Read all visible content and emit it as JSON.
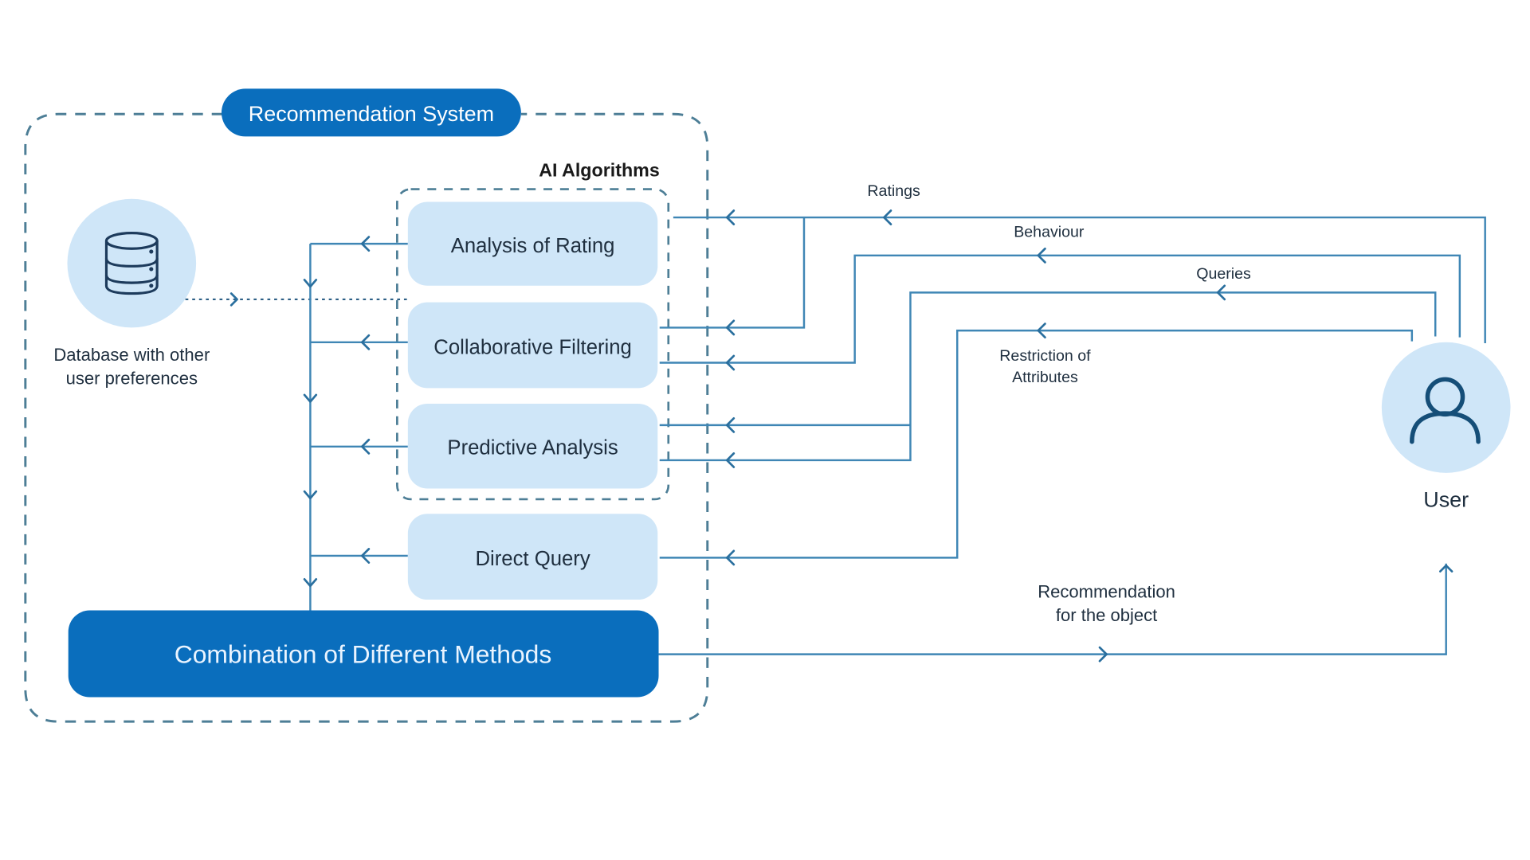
{
  "title": "Recommendation System",
  "ai_group_label": "AI Algorithms",
  "database": {
    "icon": "database-icon",
    "label_line1": "Database with other",
    "label_line2": "user preferences"
  },
  "methods": [
    {
      "id": "analysis-of-rating",
      "label": "Analysis of Rating"
    },
    {
      "id": "collaborative-filtering",
      "label": "Collaborative Filtering"
    },
    {
      "id": "predictive-analysis",
      "label": "Predictive Analysis"
    },
    {
      "id": "direct-query",
      "label": "Direct Query"
    }
  ],
  "combination": {
    "label": "Combination of Different Methods"
  },
  "user": {
    "icon": "user-icon",
    "label": "User"
  },
  "flows": {
    "ratings": "Ratings",
    "behaviour": "Behaviour",
    "queries": "Queries",
    "restriction_line1": "Restriction of",
    "restriction_line2": "Attributes",
    "recommendation_line1": "Recommendation",
    "recommendation_line2": "for the object"
  },
  "colors": {
    "primary": "#0a6ebd",
    "light_fill": "#cfe6f8",
    "line": "#3f86b5"
  }
}
